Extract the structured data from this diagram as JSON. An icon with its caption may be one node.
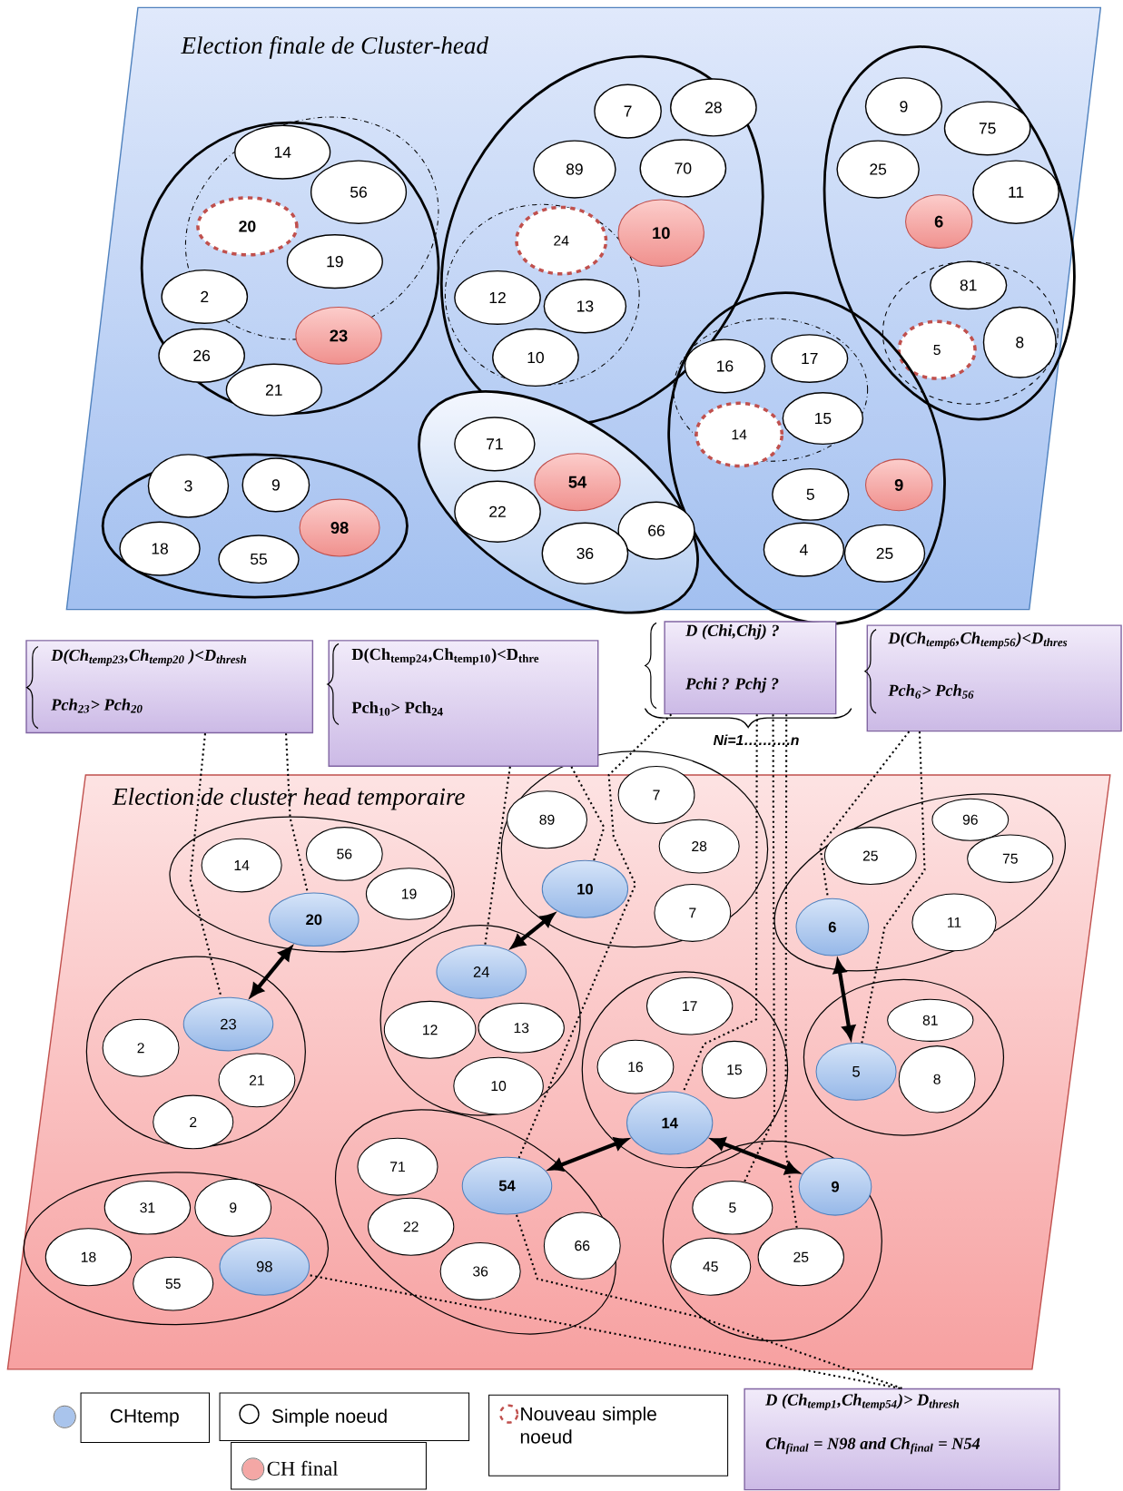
{
  "diagram": {
    "nodes": [
      {
        "text": [
          "Election finale de Cluster-head"
        ]
      },
      {
        "text": [],
        "shape": "ellipse",
        "in": 0
      },
      {
        "text": [],
        "shape": "ellipse",
        "in": 1
      },
      {
        "text": [
          "14"
        ],
        "in": 2
      },
      {
        "text": [
          "56"
        ],
        "in": 2
      },
      {
        "text": [
          "20"
        ],
        "in": 2
      },
      {
        "text": [
          "19"
        ],
        "in": 2
      },
      {
        "text": [
          "2"
        ],
        "in": 1
      },
      {
        "text": [
          "23"
        ],
        "in": 1
      },
      {
        "text": [
          "26"
        ],
        "in": 1
      },
      {
        "text": [
          "21"
        ],
        "in": 1
      },
      {
        "text": [],
        "shape": "ellipse",
        "in": 0
      },
      {
        "text": [],
        "shape": "ellipse",
        "in": 11
      },
      {
        "text": [
          "7"
        ],
        "in": 11
      },
      {
        "text": [
          "28"
        ],
        "in": 11
      },
      {
        "text": [
          "89"
        ],
        "in": 11
      },
      {
        "text": [
          "70"
        ],
        "in": 11
      },
      {
        "text": [
          "24"
        ],
        "in": 12
      },
      {
        "text": [
          "10"
        ],
        "in": 11
      },
      {
        "text": [
          "12"
        ],
        "in": 12
      },
      {
        "text": [
          "13"
        ],
        "in": 12
      },
      {
        "text": [
          "10"
        ],
        "in": 12
      },
      {
        "text": [],
        "shape": "ellipse",
        "in": 0
      },
      {
        "text": [
          "9"
        ],
        "in": 22
      },
      {
        "text": [
          "75"
        ],
        "in": 22
      },
      {
        "text": [
          "25"
        ],
        "in": 22
      },
      {
        "text": [
          "11"
        ],
        "in": 22
      },
      {
        "text": [
          "6"
        ],
        "in": 22
      },
      {
        "text": [],
        "shape": "ellipse",
        "in": 22
      },
      {
        "text": [
          "81"
        ],
        "in": 28
      },
      {
        "text": [
          "5"
        ],
        "in": 28
      },
      {
        "text": [
          "8"
        ],
        "in": 28
      },
      {
        "text": [],
        "shape": "ellipse",
        "in": 0
      },
      {
        "text": [],
        "shape": "ellipse",
        "in": 32
      },
      {
        "text": [
          "16"
        ],
        "in": 33
      },
      {
        "text": [
          "17"
        ],
        "in": 33
      },
      {
        "text": [
          "14"
        ],
        "in": 33
      },
      {
        "text": [
          "15"
        ],
        "in": 33
      },
      {
        "text": [
          "5"
        ],
        "in": 32
      },
      {
        "text": [
          "9"
        ],
        "in": 32
      },
      {
        "text": [
          "4"
        ],
        "in": 32
      },
      {
        "text": [
          "25"
        ],
        "in": 32
      },
      {
        "text": [],
        "shape": "ellipse",
        "in": 0
      },
      {
        "text": [
          "3"
        ],
        "in": 42
      },
      {
        "text": [
          "9"
        ],
        "in": 42
      },
      {
        "text": [
          "98"
        ],
        "in": 42
      },
      {
        "text": [
          "18"
        ],
        "in": 42
      },
      {
        "text": [
          "55"
        ],
        "in": 42
      },
      {
        "text": [],
        "shape": "ellipse",
        "in": 0
      },
      {
        "text": [
          "71"
        ],
        "in": 48
      },
      {
        "text": [
          "54"
        ],
        "in": 48
      },
      {
        "text": [
          "22"
        ],
        "in": 48
      },
      {
        "text": [
          "66"
        ],
        "in": 48
      },
      {
        "text": [
          "36"
        ],
        "in": 48
      },
      {
        "text": [
          "D(Ch$_{temp23}$,Ch$_{temp20}$ )<D$_{thresh}$",
          "Pch$_{23}$> Pch$_{20}$"
        ]
      },
      {
        "text": [
          "D(Ch$_{temp24}$,Ch$_{temp10}$)<D$_{thre}$",
          "Pch$_{10}$> Pch$_{24}$"
        ]
      },
      {
        "text": [
          "D (Chi,Chj) ?",
          "Pchi ? Pchj ?"
        ],
        "beside": [
          "Ni=1……….n"
        ]
      },
      {
        "text": [
          "D(Ch$_{temp6}$,Ch$_{temp56}$)<D$_{thres}$",
          "Pch$_{6}$> Pch$_{56}$"
        ]
      },
      {
        "text": [
          "Election de cluster head temporaire"
        ]
      },
      {
        "text": [],
        "shape": "ellipse",
        "in": 58
      },
      {
        "text": [
          "14"
        ],
        "in": 59
      },
      {
        "text": [
          "56"
        ],
        "in": 59
      },
      {
        "text": [
          "19"
        ],
        "in": 59
      },
      {
        "text": [
          "20"
        ],
        "in": 59
      },
      {
        "text": [],
        "shape": "ellipse",
        "in": 58
      },
      {
        "text": [
          "89"
        ],
        "in": 64
      },
      {
        "text": [
          "7"
        ],
        "in": 64
      },
      {
        "text": [
          "28"
        ],
        "in": 64
      },
      {
        "text": [
          "10"
        ],
        "in": 64
      },
      {
        "text": [
          "7"
        ],
        "in": 64
      },
      {
        "text": [],
        "shape": "ellipse",
        "in": 58
      },
      {
        "text": [
          "25"
        ],
        "in": 70
      },
      {
        "text": [
          "96"
        ],
        "in": 70
      },
      {
        "text": [
          "75"
        ],
        "in": 70
      },
      {
        "text": [
          "6"
        ],
        "in": 70
      },
      {
        "text": [
          "11"
        ],
        "in": 70
      },
      {
        "text": [],
        "shape": "ellipse",
        "in": 58
      },
      {
        "text": [
          "23"
        ],
        "in": 76
      },
      {
        "text": [
          "2"
        ],
        "in": 76
      },
      {
        "text": [
          "21"
        ],
        "in": 76
      },
      {
        "text": [
          "2"
        ],
        "in": 76
      },
      {
        "text": [],
        "shape": "ellipse",
        "in": 58
      },
      {
        "text": [
          "24"
        ],
        "in": 81
      },
      {
        "text": [
          "12"
        ],
        "in": 81
      },
      {
        "text": [
          "13"
        ],
        "in": 81
      },
      {
        "text": [
          "10"
        ],
        "in": 81
      },
      {
        "text": [],
        "shape": "ellipse",
        "in": 58
      },
      {
        "text": [
          "81"
        ],
        "in": 86
      },
      {
        "text": [
          "5"
        ],
        "in": 86
      },
      {
        "text": [
          "8"
        ],
        "in": 86
      },
      {
        "text": [],
        "shape": "ellipse",
        "in": 58
      },
      {
        "text": [
          "17"
        ],
        "in": 90
      },
      {
        "text": [
          "16"
        ],
        "in": 90
      },
      {
        "text": [
          "15"
        ],
        "in": 90
      },
      {
        "text": [
          "14"
        ],
        "in": 90
      },
      {
        "text": [],
        "shape": "ellipse",
        "in": 58
      },
      {
        "text": [
          "31"
        ],
        "in": 95
      },
      {
        "text": [
          "9"
        ],
        "in": 95
      },
      {
        "text": [
          "18"
        ],
        "in": 95
      },
      {
        "text": [
          "55"
        ],
        "in": 95
      },
      {
        "text": [
          "98"
        ],
        "in": 95
      },
      {
        "text": [],
        "shape": "ellipse",
        "in": 58
      },
      {
        "text": [
          "71"
        ],
        "in": 101
      },
      {
        "text": [
          "54"
        ],
        "in": 101
      },
      {
        "text": [
          "22"
        ],
        "in": 101
      },
      {
        "text": [
          "66"
        ],
        "in": 101
      },
      {
        "text": [
          "36"
        ],
        "in": 101
      },
      {
        "text": [],
        "shape": "ellipse",
        "in": 58
      },
      {
        "text": [
          "9"
        ],
        "in": 107
      },
      {
        "text": [
          "5"
        ],
        "in": 107
      },
      {
        "text": [
          "45"
        ],
        "in": 107
      },
      {
        "text": [
          "25"
        ],
        "in": 107
      },
      {
        "text": [
          "D (Ch$_{temp1}$,Ch$_{temp54}$)> D$_{thresh}$",
          "Ch$_{final}$ = N98 and  Ch$_{final}$ = N54"
        ]
      }
    ],
    "edges": [
      {
        "from": 63,
        "to": 77,
        "arrow": "both"
      },
      {
        "from": 68,
        "to": 82,
        "arrow": "both"
      },
      {
        "from": 74,
        "to": 88,
        "arrow": "both"
      },
      {
        "from": 94,
        "to": 103,
        "arrow": "both"
      },
      {
        "from": 94,
        "to": 108,
        "arrow": "both"
      },
      {
        "from": 54,
        "to": 77,
        "arrow": "none",
        "style": "dashed"
      },
      {
        "from": 54,
        "to": 63,
        "arrow": "none",
        "style": "dashed"
      },
      {
        "from": 55,
        "to": 82,
        "arrow": "none",
        "style": "dashed"
      },
      {
        "from": 55,
        "to": 68,
        "arrow": "none",
        "style": "dashed"
      },
      {
        "from": 56,
        "to": 103,
        "arrow": "none",
        "style": "dashed"
      },
      {
        "from": 56,
        "to": 94,
        "arrow": "none",
        "style": "dashed"
      },
      {
        "from": 56,
        "to": 109,
        "arrow": "none",
        "style": "dashed"
      },
      {
        "from": 56,
        "to": 111,
        "arrow": "none",
        "style": "dashed"
      },
      {
        "from": 57,
        "to": 74,
        "arrow": "none",
        "style": "dashed"
      },
      {
        "from": 57,
        "to": 88,
        "arrow": "none",
        "style": "dashed"
      },
      {
        "from": 112,
        "to": 100,
        "arrow": "none",
        "style": "dashed"
      },
      {
        "from": 112,
        "to": 103,
        "arrow": "none",
        "style": "dashed"
      }
    ],
    "legend": [
      {
        "text": "CHtemp",
        "color": "#a9c4ec"
      },
      {
        "text": "Simple noeud"
      },
      {
        "text": "Nouveau simple noeud"
      },
      {
        "text": "CH final",
        "color": "#f4a7a5"
      }
    ]
  }
}
